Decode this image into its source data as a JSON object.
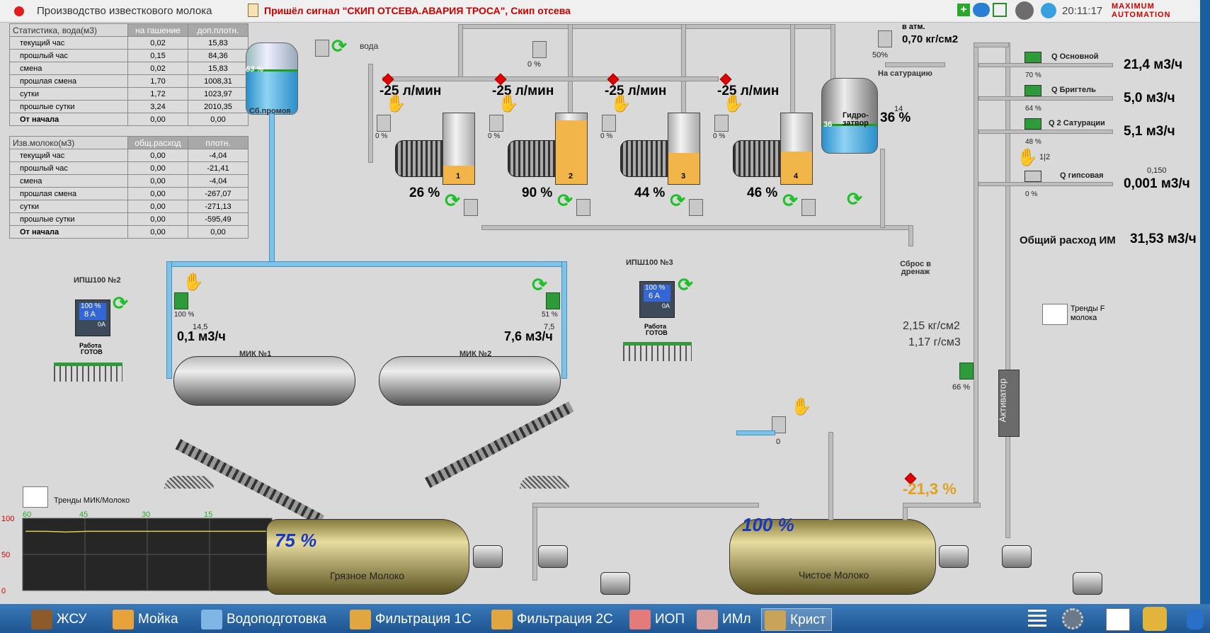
{
  "title": "Производство известкового молока",
  "alarm": "Пришёл сигнал \"СКИП ОТСЕВА.АВАРИЯ ТРОСА\", Скип отсева",
  "clock": "20:11:17",
  "logo": "MAXIMUM AUTOMATION",
  "water_stats": {
    "header": [
      "Статистика, вода(м3)",
      "на гашение",
      "доп.плотн."
    ],
    "rows": [
      [
        "текущий час",
        "0,02",
        "15,83"
      ],
      [
        "прошлый час",
        "0,15",
        "84,36"
      ],
      [
        "смена",
        "0,02",
        "15,83"
      ],
      [
        "прошлая смена",
        "1,70",
        "1008,31"
      ],
      [
        "сутки",
        "1,72",
        "1023,97"
      ],
      [
        "прошлые сутки",
        "3,24",
        "2010,35"
      ],
      [
        "От начала",
        "0,00",
        "0,00"
      ]
    ]
  },
  "milk_stats": {
    "header": [
      "Изв.молоко(м3)",
      "общ.расход",
      "плотн."
    ],
    "rows": [
      [
        "текущий час",
        "0,00",
        "-4,04"
      ],
      [
        "прошлый час",
        "0,00",
        "-21,41"
      ],
      [
        "смена",
        "0,00",
        "-4,04"
      ],
      [
        "прошлая смена",
        "0,00",
        "-267,07"
      ],
      [
        "сутки",
        "0,00",
        "-271,13"
      ],
      [
        "прошлые сутки",
        "0,00",
        "-595,49"
      ],
      [
        "От начала",
        "0,00",
        "0,00"
      ]
    ]
  },
  "sb_tank": {
    "label": "Сб.промоя",
    "level": "63 %",
    "water": "вода"
  },
  "mixers": [
    {
      "flow": "-25 л/мин",
      "num": "1",
      "level": "26 %",
      "fill": 0.26,
      "valve": "0 %"
    },
    {
      "flow": "-25 л/мин",
      "num": "2",
      "level": "90 %",
      "fill": 0.9,
      "valve": "0 %"
    },
    {
      "flow": "-25 л/мин",
      "num": "3",
      "level": "44 %",
      "fill": 0.44,
      "valve": "0 %"
    },
    {
      "flow": "-25 л/мин",
      "num": "4",
      "level": "46 %",
      "fill": 0.46,
      "valve": "0 %"
    }
  ],
  "top_valve": "0 %",
  "hydro": {
    "label": "Гидро-затвор",
    "level_small": "36",
    "level": "36 %",
    "sp": "14"
  },
  "sat": {
    "valve": "50%",
    "label": "На сатурацию",
    "press_label": "в атм.",
    "press": "0,70 кг/см2"
  },
  "flows": [
    {
      "name": "Q Основной",
      "value": "21,4 м3/ч",
      "valve": "70 %"
    },
    {
      "name": "Q Бригтель",
      "value": "5,0 м3/ч",
      "valve": "64 %"
    },
    {
      "name": "Q 2 Сатурации",
      "value": "5,1 м3/ч",
      "valve": "48 %"
    },
    {
      "name": "Q гипсовая",
      "value": "0,001 м3/ч",
      "valve": "0 %",
      "sp": "0,150",
      "mode": "1|2"
    }
  ],
  "total": {
    "label": "Общий расход ИМ",
    "value": "31,53 м3/ч"
  },
  "drain": "Сброс в дренаж",
  "trend_f": "Тренды F молока",
  "press2": "2,15 кг/см2",
  "dens2": "1,17 г/см3",
  "act_valve": "66 %",
  "activator": "Активатор",
  "ipsh2": {
    "title": "ИПШ100 №2",
    "pct": "100 %",
    "amp": "8 A",
    "zero": "0A",
    "state1": "Работа",
    "state2": "ГОТОВ"
  },
  "ipsh3": {
    "title": "ИПШ100 №3",
    "pct": "100 %",
    "amp": "6 A",
    "zero": "0A",
    "state1": "Работа",
    "state2": "ГОТОВ"
  },
  "mik1": {
    "label": "МИК №1",
    "valve": "100 %",
    "sp": "14,5",
    "flow": "0,1 м3/ч"
  },
  "mik2": {
    "label": "МИК №2",
    "valve": "51 %",
    "sp": "7,5",
    "flow": "7,6 м3/ч"
  },
  "trend_mik": "Тренды МИК/Молоко",
  "chart_data": {
    "type": "line",
    "x_ticks": [
      "60",
      "45",
      "30",
      "15"
    ],
    "y_ticks": [
      "100",
      "50",
      "0"
    ],
    "ylim": [
      0,
      100
    ],
    "series": [
      {
        "values": [
          82,
          82,
          81,
          82,
          82,
          82,
          82,
          82,
          82,
          82,
          82,
          82,
          82
        ]
      }
    ]
  },
  "dirty": {
    "label": "Грязное Молоко",
    "level": "75 %"
  },
  "clean": {
    "label": "Чистое Молоко",
    "level": "100 %"
  },
  "clean_valve": "0",
  "clean_neg": "-21,3 %",
  "taskbar": [
    {
      "label": "ЖСУ",
      "color": "#8d5a2b"
    },
    {
      "label": "Мойка",
      "color": "#e8a23c"
    },
    {
      "label": "Водоподготовка",
      "color": "#7fb6e6"
    },
    {
      "label": "Фильтрация 1С",
      "color": "#e2a640"
    },
    {
      "label": "Фильтрация 2С",
      "color": "#e2a640"
    },
    {
      "label": "ИОП",
      "color": "#e57a7a"
    },
    {
      "label": "ИМл",
      "color": "#d9a0a0"
    },
    {
      "label": "Крист",
      "color": "#c9a35a"
    }
  ]
}
